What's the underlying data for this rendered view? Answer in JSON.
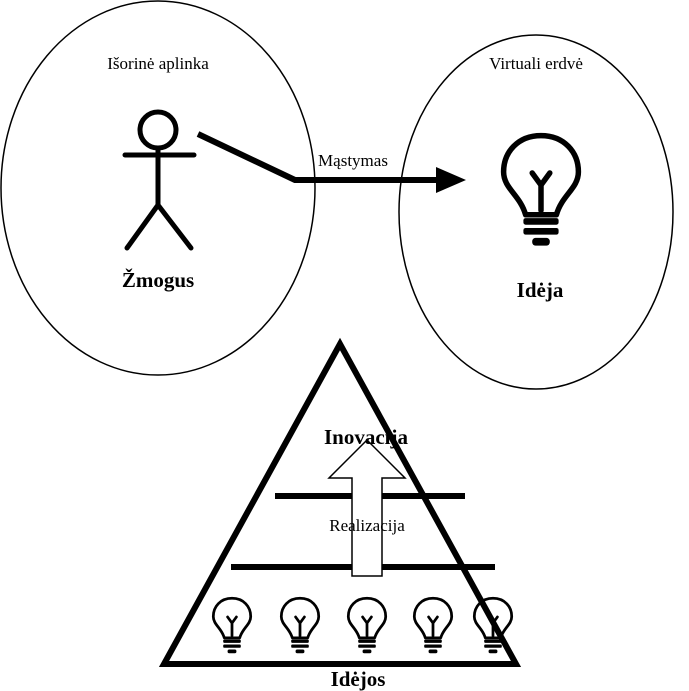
{
  "left_circle": {
    "caption": "Išorinė aplinka",
    "figure_label": "Žmogus",
    "icon": "stick-figure-icon"
  },
  "right_circle": {
    "caption": "Virtuali erdvė",
    "figure_label": "Idėja",
    "icon": "lightbulb-icon"
  },
  "connector": {
    "label": "Mąstymas",
    "icon": "arrow-right-icon"
  },
  "pyramid": {
    "top_label": "Inovacija",
    "middle_label": "Realizacija",
    "base_label": "Idėjos",
    "arrow_icon": "arrow-up-icon",
    "base_icons": [
      "lightbulb-icon",
      "lightbulb-icon",
      "lightbulb-icon",
      "lightbulb-icon",
      "lightbulb-icon"
    ]
  }
}
